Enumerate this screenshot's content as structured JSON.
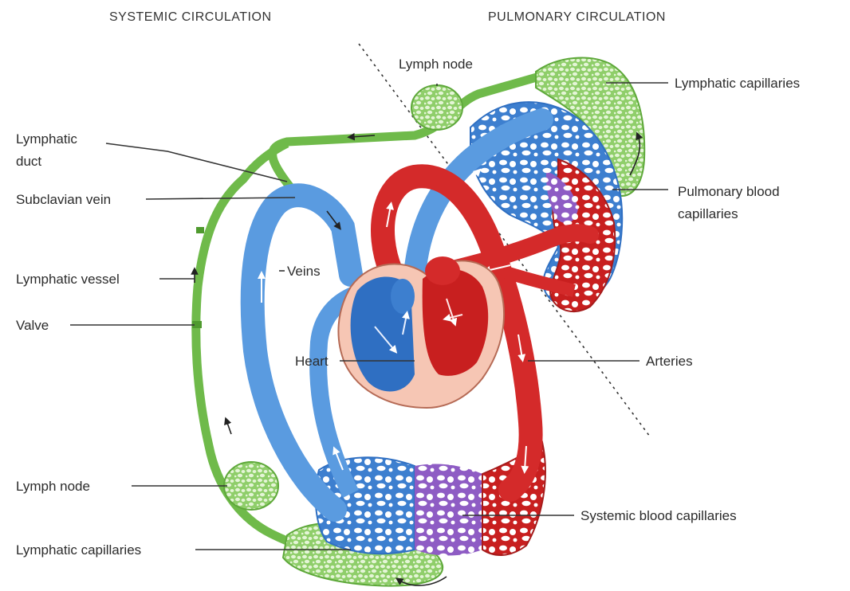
{
  "headers": {
    "systemic": "SYSTEMIC CIRCULATION",
    "pulmonary": "PULMONARY CIRCULATION"
  },
  "labels": {
    "lymph_node_top": "Lymph node",
    "lymphatic_capillaries_top": "Lymphatic capillaries",
    "lymphatic_duct_line1": "Lymphatic",
    "lymphatic_duct_line2": "duct",
    "subclavian_vein": "Subclavian vein",
    "pulmonary_blood_line1": "Pulmonary blood",
    "pulmonary_blood_line2": "capillaries",
    "veins": "Veins",
    "lymphatic_vessel": "Lymphatic vessel",
    "valve": "Valve",
    "heart": "Heart",
    "arteries": "Arteries",
    "lymph_node_bottom": "Lymph node",
    "systemic_blood_capillaries": "Systemic blood capillaries",
    "lymphatic_capillaries_bottom": "Lymphatic capillaries"
  },
  "colors": {
    "vein_blue": "#5a9be0",
    "vein_dark": "#2f6fc2",
    "artery_red": "#d42a2a",
    "artery_dark": "#a51b1b",
    "lymph_green": "#7cc35a",
    "lymph_light": "#c9e8b0",
    "capillary_purple": "#9a6ad0",
    "heart_pink": "#f6c6b4"
  }
}
